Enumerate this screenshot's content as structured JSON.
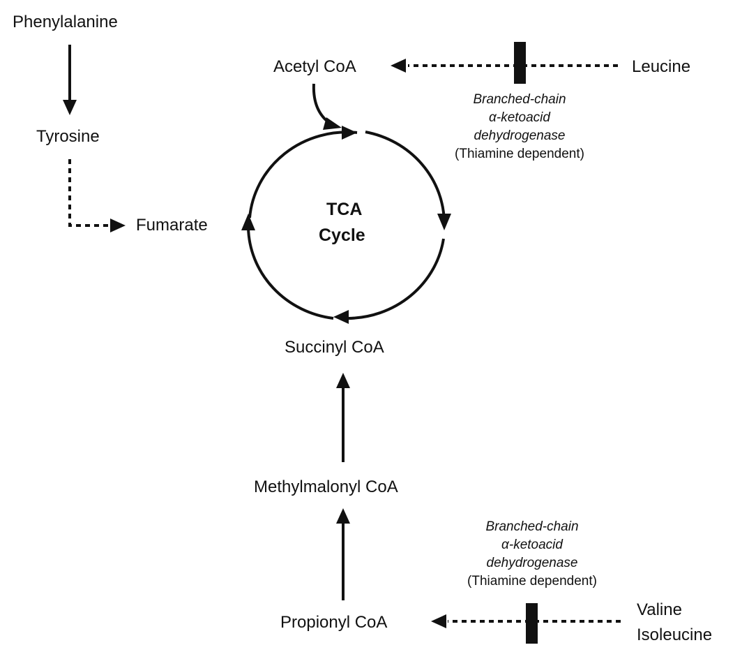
{
  "nodes": {
    "phenylalanine": "Phenylalanine",
    "tyrosine": "Tyrosine",
    "fumarate": "Fumarate",
    "acetyl_coa": "Acetyl CoA",
    "leucine": "Leucine",
    "succinyl_coa": "Succinyl CoA",
    "methylmalonyl_coa": "Methylmalonyl CoA",
    "propionyl_coa": "Propionyl CoA",
    "valine": "Valine",
    "isoleucine": "Isoleucine"
  },
  "cycle": {
    "line1": "TCA",
    "line2": "Cycle"
  },
  "enzyme_top": {
    "line1": "Branched-chain",
    "line2": "α-ketoacid",
    "line3": "dehydrogenase",
    "line4": "(Thiamine dependent)"
  },
  "enzyme_bottom": {
    "line1": "Branched-chain",
    "line2": "α-ketoacid",
    "line3": "dehydrogenase",
    "line4": "(Thiamine dependent)"
  },
  "colors": {
    "stroke": "#111111",
    "background": "#ffffff"
  }
}
